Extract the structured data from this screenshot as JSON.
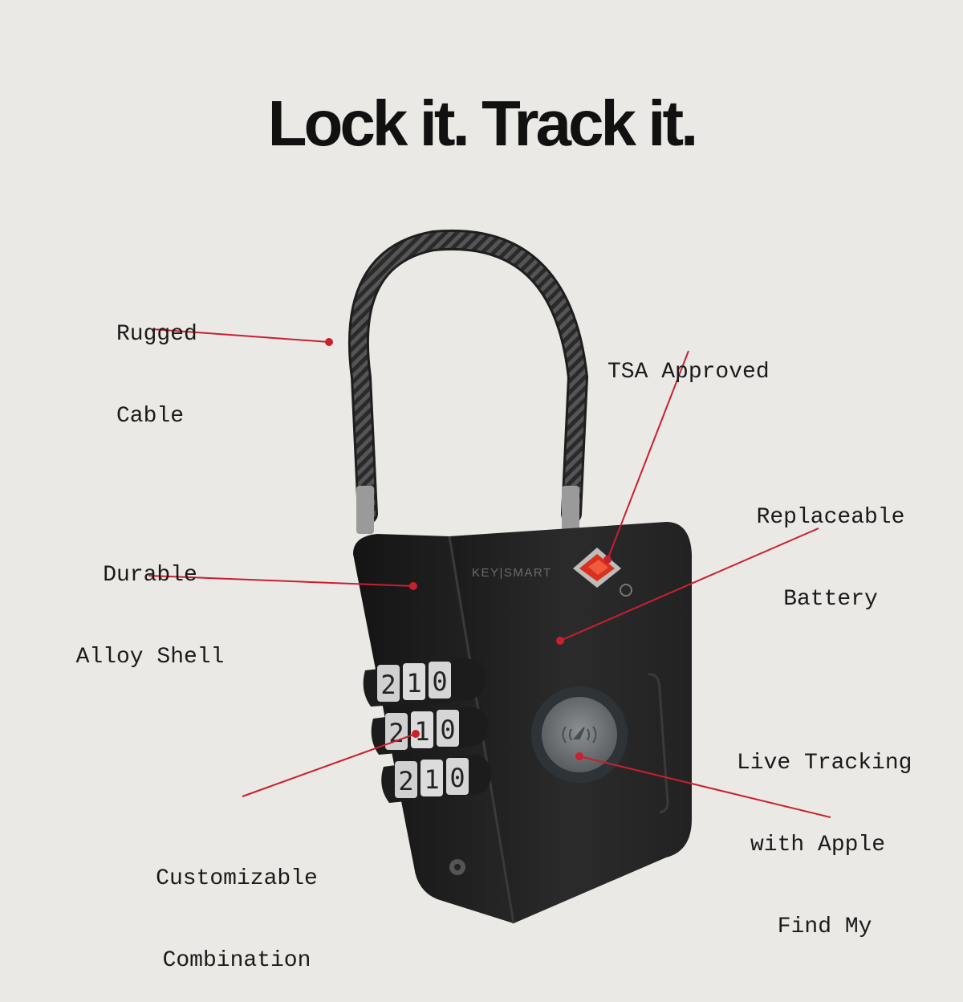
{
  "headline": "Lock it. Track it.",
  "brand": "KEY|SMART",
  "accent_color": "#c8202f",
  "callouts": {
    "rugged_cable": [
      "Rugged",
      "Cable"
    ],
    "tsa_approved": [
      "TSA Approved"
    ],
    "replaceable_battery": [
      "Replaceable",
      "Battery"
    ],
    "durable_shell": [
      "Durable",
      "Alloy Shell"
    ],
    "live_tracking": [
      "Live Tracking",
      "with Apple",
      " Find My"
    ],
    "combination": [
      "Customizable",
      "Combination"
    ]
  },
  "dial_digits": [
    "2",
    "1",
    "0"
  ],
  "icons": [
    "tsa-lock-icon",
    "find-my-signal-icon",
    "registered-mark-icon"
  ]
}
